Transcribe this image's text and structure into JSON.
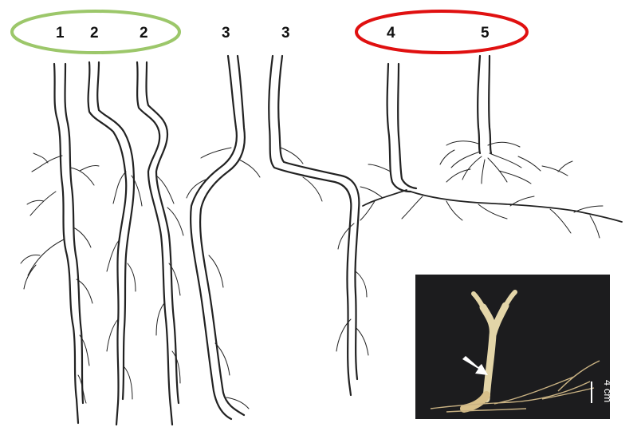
{
  "labels": {
    "l1": "1",
    "l2a": "2",
    "l2b": "2",
    "l3a": "3",
    "l3b": "3",
    "l4": "4",
    "l5": "5"
  },
  "groups": {
    "left_ellipse_color": "#9cc76a",
    "right_ellipse_color": "#e01010"
  },
  "photo": {
    "scale_label": "4 cm",
    "background": "#1a1a1a",
    "arrow_color": "#ffffff"
  }
}
